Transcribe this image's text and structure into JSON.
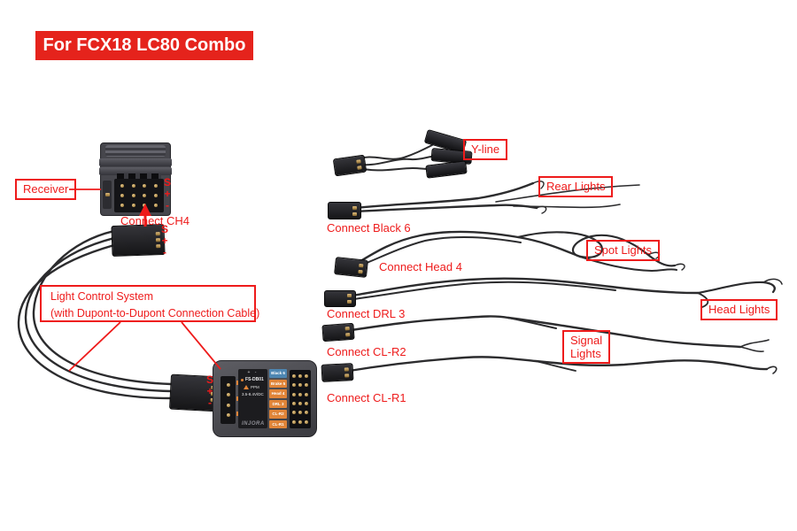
{
  "banner": {
    "text": "For FCX18 LC80 Combo"
  },
  "colors": {
    "annotation_red": "#ee1b1b",
    "banner_red": "#e5231c",
    "wire_black": "#2c2c2e",
    "port_orange": "#e08438",
    "port_blue": "#4d86b2"
  },
  "annotations": {
    "receiver": "Receiver",
    "connect_ch4": "Connect CH4",
    "lcs_line1": "Light Control System",
    "lcs_line2": "(with Dupont-to-Dupont Connection Cable)",
    "y_line": "Y-line",
    "rear_lights": "Rear Lights",
    "connect_black6": "Connect Black 6",
    "spot_lights": "Spot Lights",
    "connect_head4": "Connect Head 4",
    "head_lights": "Head Lights",
    "connect_drl3": "Connect DRL 3",
    "signal_line1": "Signal",
    "signal_line2": "Lights",
    "connect_clr2": "Connect CL-R2",
    "connect_clr1": "Connect CL-R1"
  },
  "pin_marks": {
    "s": "S",
    "plus": "+",
    "minus": "-"
  },
  "control_box": {
    "polarity": "+ -",
    "model": "FS-DB01",
    "ppm": "PPM",
    "voltage": "3.5-8.4V/DC",
    "brand": "INJORA",
    "ports": [
      {
        "label": "Black 6"
      },
      {
        "label": "Brake 5"
      },
      {
        "label": "Head 4"
      },
      {
        "label": "DRL 3"
      },
      {
        "label": "CL-R2"
      },
      {
        "label": "CL-R1"
      }
    ]
  }
}
